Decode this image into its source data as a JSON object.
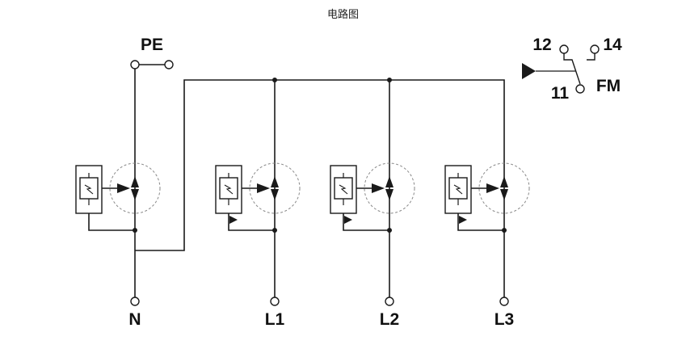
{
  "title": "电路图",
  "terminals": {
    "pe": "PE",
    "n": "N",
    "l1": "L1",
    "l2": "L2",
    "l3": "L3"
  },
  "fm_contact": {
    "label": "FM",
    "pin_12": "12",
    "pin_14": "14",
    "pin_11": "11"
  }
}
